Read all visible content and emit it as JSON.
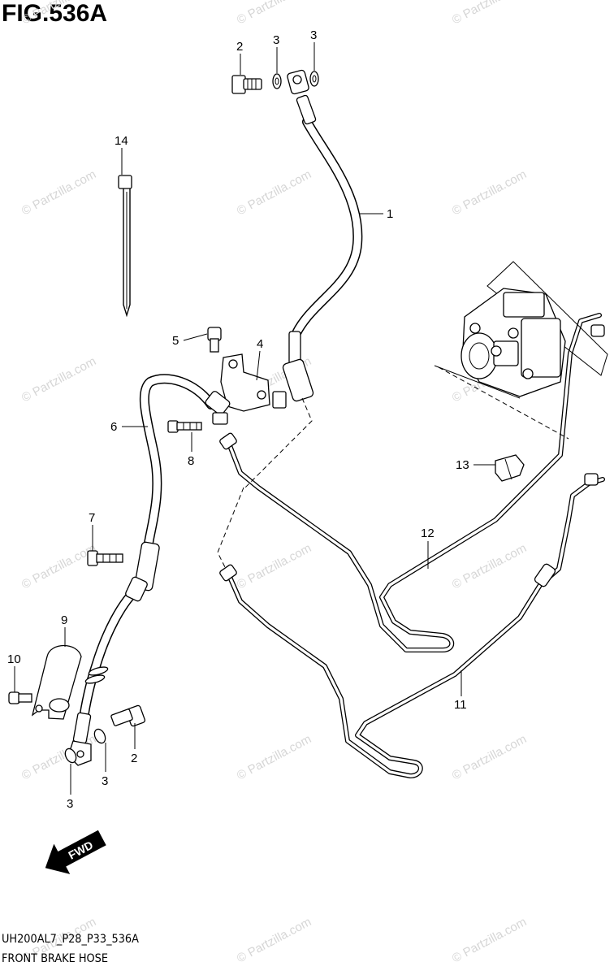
{
  "figure": {
    "title": "FIG.536A",
    "code": "UH200AL7_P28_P33_536A",
    "name": "FRONT BRAKE HOSE"
  },
  "watermark": "© Partzilla.com",
  "fwd_label": "FWD",
  "callouts": {
    "c1": "1",
    "c2a": "2",
    "c2b": "2",
    "c3a": "3",
    "c3b": "3",
    "c3c": "3",
    "c3d": "3",
    "c4": "4",
    "c5": "5",
    "c6": "6",
    "c7": "7",
    "c8": "8",
    "c9": "9",
    "c10": "10",
    "c11": "11",
    "c12": "12",
    "c13": "13",
    "c14": "14"
  },
  "colors": {
    "line": "#000000",
    "watermark": "#d6d6d6",
    "background": "#ffffff"
  }
}
